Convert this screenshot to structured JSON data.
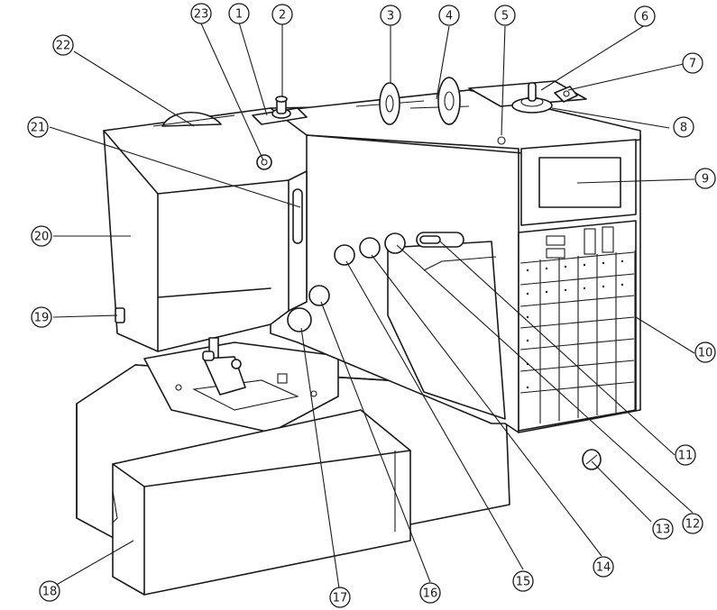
{
  "callouts": [
    {
      "n": "1",
      "label": "①"
    },
    {
      "n": "2",
      "label": "②"
    },
    {
      "n": "3",
      "label": "③"
    },
    {
      "n": "4",
      "label": "④"
    },
    {
      "n": "5",
      "label": "⑤"
    },
    {
      "n": "6",
      "label": "⑥"
    },
    {
      "n": "7",
      "label": "⑦"
    },
    {
      "n": "8",
      "label": "⑧"
    },
    {
      "n": "9",
      "label": "⑨"
    },
    {
      "n": "10",
      "label": "⑩"
    },
    {
      "n": "11",
      "label": "⑪"
    },
    {
      "n": "12",
      "label": "⑫"
    },
    {
      "n": "13",
      "label": "⑬"
    },
    {
      "n": "14",
      "label": "⑭"
    },
    {
      "n": "15",
      "label": "⑮"
    },
    {
      "n": "16",
      "label": "⑯"
    },
    {
      "n": "17",
      "label": "⑰"
    },
    {
      "n": "18",
      "label": "⑱"
    },
    {
      "n": "19",
      "label": "⑲"
    },
    {
      "n": "20",
      "label": "⑳"
    },
    {
      "n": "21",
      "label": "㉑"
    },
    {
      "n": "22",
      "label": "㉒"
    },
    {
      "n": "23",
      "label": "㉓"
    }
  ]
}
